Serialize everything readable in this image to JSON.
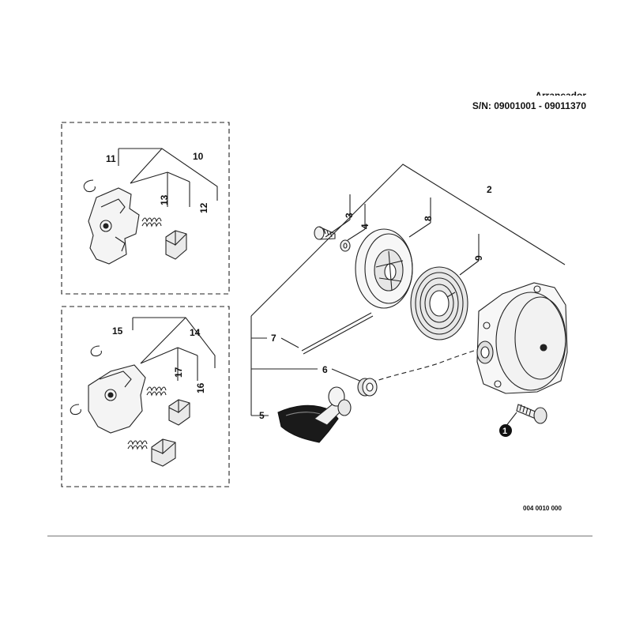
{
  "header": {
    "title": "Arrancador",
    "serial": "S/N: 09001001 - 09011370"
  },
  "document_number": "004 0010 000",
  "callouts": {
    "c1": "1",
    "c2": "2",
    "c3": "3",
    "c4": "4",
    "c5": "5",
    "c6": "6",
    "c7": "7",
    "c8": "8",
    "c9": "9",
    "c10": "10",
    "c11": "11",
    "c12": "12",
    "c13": "13",
    "c14": "14",
    "c15": "15",
    "c16": "16",
    "c17": "17"
  },
  "colors": {
    "line": "#222222",
    "fill_light": "#f2f2f2",
    "fill_dark": "#1a1a1a"
  }
}
